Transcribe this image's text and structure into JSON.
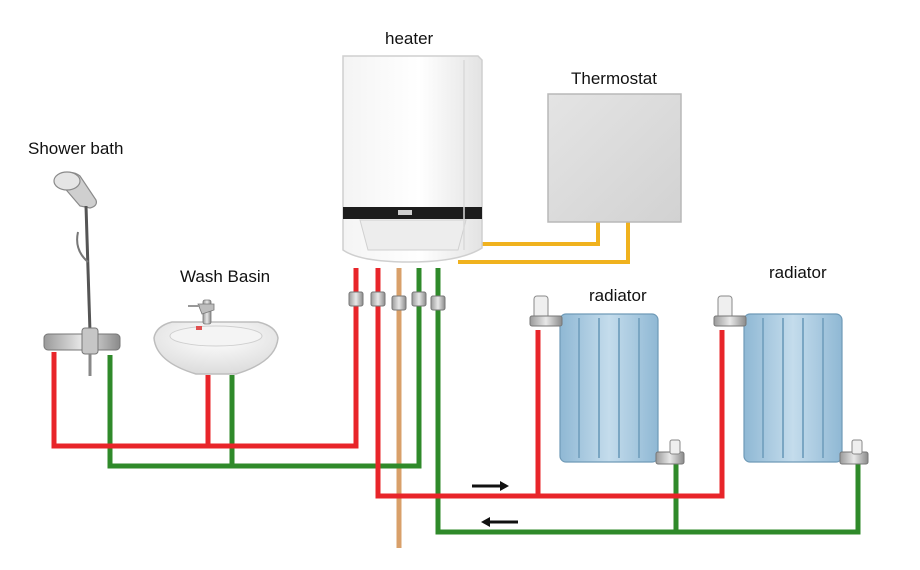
{
  "labels": {
    "heater": "heater",
    "thermostat": "Thermostat",
    "shower": "Shower bath",
    "basin": "Wash Basin",
    "radiator_1": "radiator",
    "radiator_2": "radiator"
  },
  "colors": {
    "hot_pipe": "#e8252a",
    "return_pipe": "#2f8a2a",
    "gas_pipe": "#d9a06a",
    "thermostat_wire": "#f0b21e",
    "radiator_fill": "#a9cbe0",
    "background": "#ffffff"
  },
  "icons": [
    "heater-icon",
    "thermostat-icon",
    "shower-icon",
    "wash-basin-icon",
    "radiator-icon",
    "flow-arrow-icon"
  ]
}
